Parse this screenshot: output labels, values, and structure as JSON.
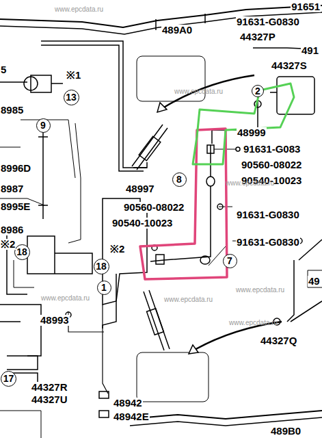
{
  "diagram": {
    "nodes": [
      {
        "text": [
          "13"
        ]
      },
      {
        "text": [
          "9"
        ]
      },
      {
        "text": [
          "2"
        ]
      },
      {
        "text": [
          "8"
        ]
      },
      {
        "text": [
          "18"
        ]
      },
      {
        "text": [
          "18"
        ]
      },
      {
        "text": [
          "7"
        ]
      },
      {
        "text": [
          "1"
        ]
      },
      {
        "text": [
          "17"
        ]
      }
    ],
    "labels": [
      "91651",
      "489A0",
      "91631-G0830",
      "44327P",
      "491",
      "44327S",
      "5",
      "※1",
      "8985",
      "48999",
      "91631-G083",
      "90560-08022",
      "90540-10023",
      "8996D",
      "48997",
      "8987",
      "90560-08022",
      "90540-10023",
      "91631-G0830",
      "8995E",
      "8986",
      "91631-G0830",
      "※2",
      "※2",
      "49",
      "48993",
      "44327Q",
      "44327R",
      "44327U",
      "48942",
      "48942E",
      "489B0",
      "www.epcdata.ru",
      "www.epcdata.ru",
      "www.epcdata.ru",
      "www.epcdata.ru",
      "www.epcdata.ru",
      "www.epcdata.ru",
      "www.epcdata.ru"
    ]
  }
}
